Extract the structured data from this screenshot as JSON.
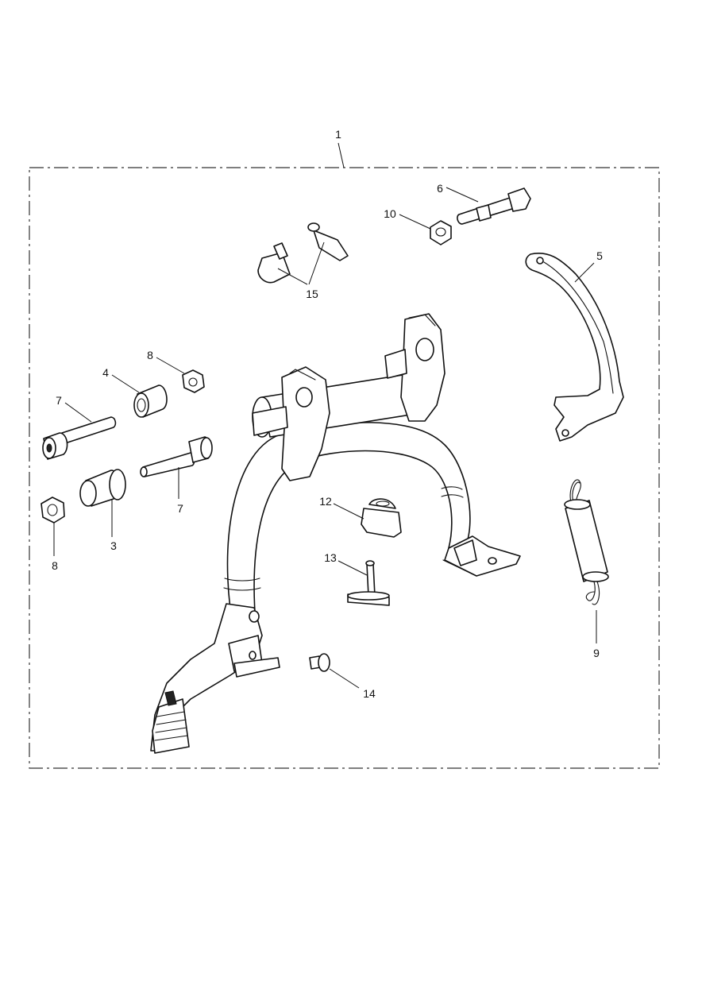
{
  "diagram": {
    "callouts": {
      "c1": "1",
      "c3": "3",
      "c4": "4",
      "c5": "5",
      "c6": "6",
      "c7a": "7",
      "c7b": "7",
      "c8a": "8",
      "c8b": "8",
      "c9": "9",
      "c10": "10",
      "c12": "12",
      "c13": "13",
      "c14": "14",
      "c15": "15"
    },
    "colors": {
      "line": "#111111",
      "background": "#ffffff"
    }
  }
}
